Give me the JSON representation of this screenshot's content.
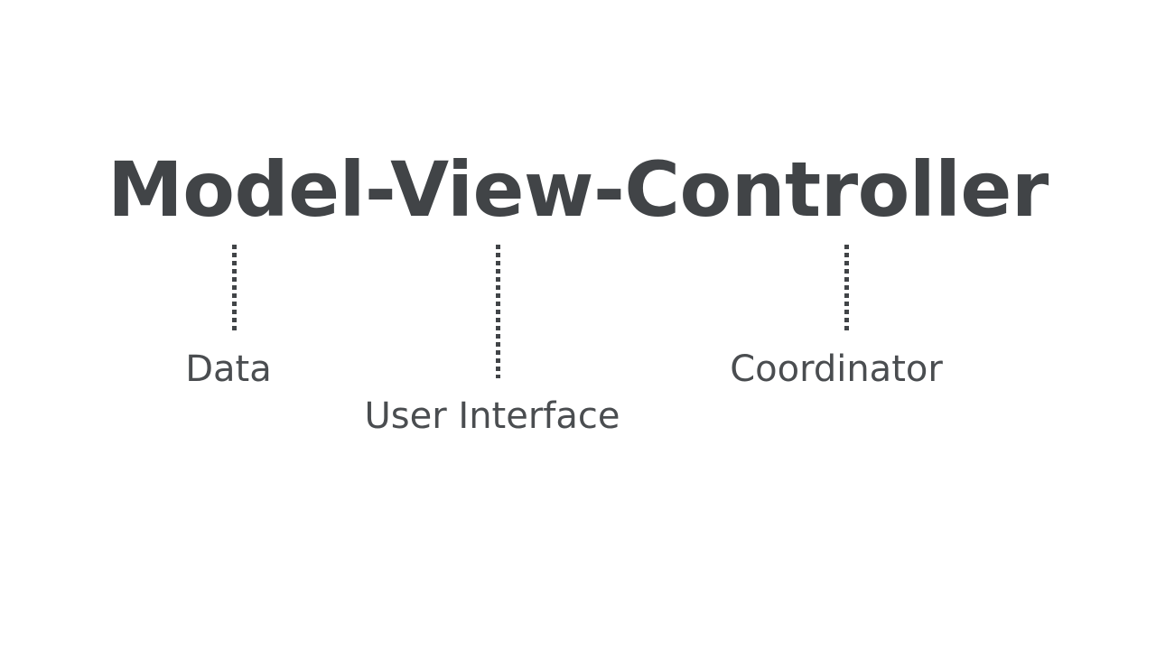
{
  "slide": {
    "background_color": "#ffffff",
    "title": "Model-View-Controller",
    "title_color": "#414447",
    "caption_color": "#4a4d50",
    "connector_color": "#414447",
    "connector_style": "dotted-square",
    "items": [
      {
        "term": "Model",
        "caption": "Data",
        "connector_name": "connector-model"
      },
      {
        "term": "View",
        "caption": "User Interface",
        "connector_name": "connector-view"
      },
      {
        "term": "Controller",
        "caption": "Coordinator",
        "connector_name": "connector-controller"
      }
    ]
  }
}
